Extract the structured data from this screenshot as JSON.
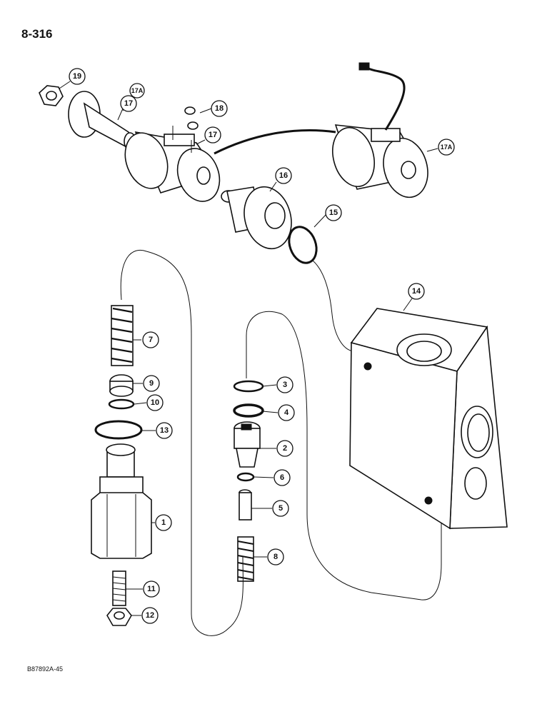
{
  "page": {
    "number": "8-316",
    "figure_code": "B87892A-45"
  },
  "callouts": [
    {
      "id": "c19",
      "label": "19"
    },
    {
      "id": "c17a_top",
      "label": "17A"
    },
    {
      "id": "c17_top",
      "label": "17"
    },
    {
      "id": "c18",
      "label": "18"
    },
    {
      "id": "c17_mid",
      "label": "17"
    },
    {
      "id": "c17a_right",
      "label": "17A"
    },
    {
      "id": "c16",
      "label": "16"
    },
    {
      "id": "c15",
      "label": "15"
    },
    {
      "id": "c14",
      "label": "14"
    },
    {
      "id": "c7",
      "label": "7"
    },
    {
      "id": "c9",
      "label": "9"
    },
    {
      "id": "c10",
      "label": "10"
    },
    {
      "id": "c13",
      "label": "13"
    },
    {
      "id": "c1",
      "label": "1"
    },
    {
      "id": "c11",
      "label": "11"
    },
    {
      "id": "c12",
      "label": "12"
    },
    {
      "id": "c3",
      "label": "3"
    },
    {
      "id": "c4",
      "label": "4"
    },
    {
      "id": "c2",
      "label": "2"
    },
    {
      "id": "c6",
      "label": "6"
    },
    {
      "id": "c5",
      "label": "5"
    },
    {
      "id": "c8",
      "label": "8"
    }
  ]
}
